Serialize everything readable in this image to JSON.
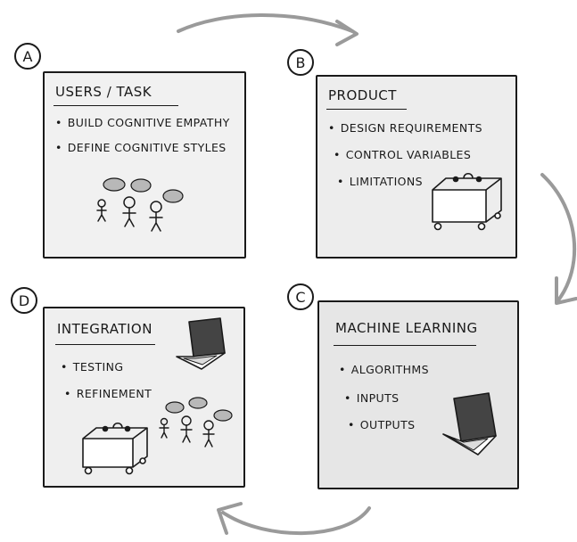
{
  "colors": {
    "ink": "#1a1a1a",
    "panel_fill_a": "#f1f1f1",
    "panel_fill_b": "#ededed",
    "panel_fill_c": "#e6e6e6",
    "panel_fill_d": "#efefef",
    "arrow": "#9a9a9a",
    "cloud": "#b8b8b8"
  },
  "panels": [
    {
      "badge": "A",
      "title": "Users / Task",
      "bullets": [
        "Build Cognitive Empathy",
        "Define Cognitive Styles"
      ],
      "illustration": "stick-figures-with-thought-clouds"
    },
    {
      "badge": "B",
      "title": "Product",
      "bullets": [
        "Design Requirements",
        "Control Variables",
        "Limitations"
      ],
      "illustration": "robot-cart"
    },
    {
      "badge": "C",
      "title": "Machine Learning",
      "bullets": [
        "Algorithms",
        "Inputs",
        "Outputs"
      ],
      "illustration": "laptop"
    },
    {
      "badge": "D",
      "title": "Integration",
      "bullets": [
        "Testing",
        "Refinement"
      ],
      "illustration": "laptop-robot-cart-stick-figures"
    }
  ],
  "cycle_arrows": [
    "top-right",
    "right-down",
    "bottom-left"
  ]
}
